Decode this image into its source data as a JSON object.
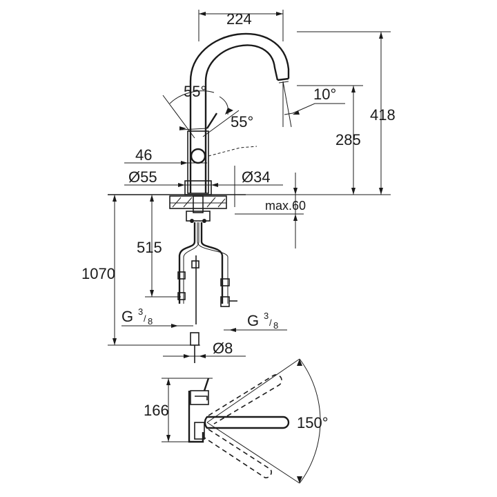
{
  "dimensions": {
    "spout_reach": "224",
    "handle_angle_left": "55°",
    "handle_angle_right": "55°",
    "spout_tilt": "10°",
    "overall_height": "418",
    "spout_height": "285",
    "handle_offset": "46",
    "base_diameter": "Ø55",
    "hole_diameter": "Ø34",
    "deck_thickness": "max.60",
    "shank_length": "515",
    "hose_length": "1070",
    "connection_left": "G",
    "connection_right": "G",
    "thread_num": "3",
    "thread_den": "8",
    "pipe_diameter": "Ø8",
    "plan_depth": "166",
    "swivel_angle": "150°"
  },
  "colors": {
    "ink": "#1a1a1a",
    "paper": "#ffffff"
  }
}
